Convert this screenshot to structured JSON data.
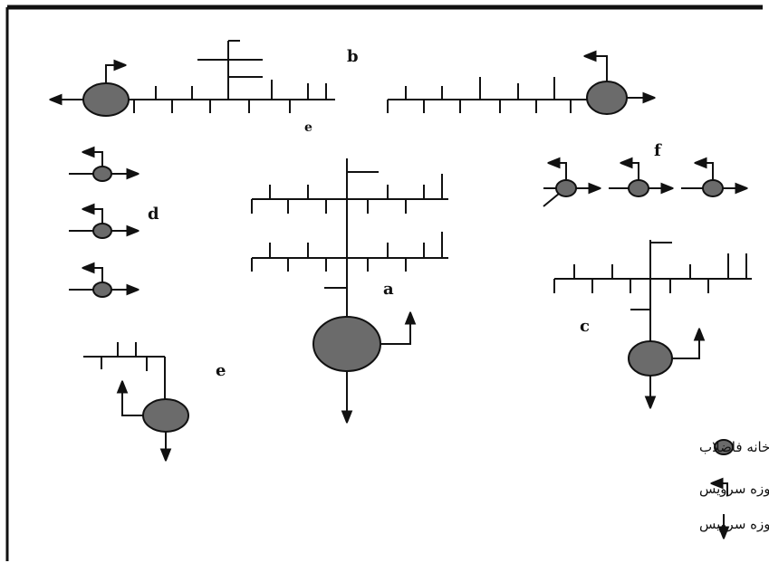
{
  "labels": {
    "a": "a",
    "b": "b",
    "c": "c",
    "d": "d",
    "e_top": "e",
    "e": "e",
    "f": "f"
  },
  "legend": {
    "plant": "تصفیه خانه فاضلاب",
    "reuse": "انتقال فاضلاب برای مصرف مجدد در داخل حوزه سرویس",
    "discharge": "انتقال فاضلاب به تخلیه گاه یا محل مصرف خارج از حوزه سرویس"
  },
  "colors": {
    "plant_fill": "#6b6b6b",
    "line": "#111111",
    "border": "#000000"
  }
}
